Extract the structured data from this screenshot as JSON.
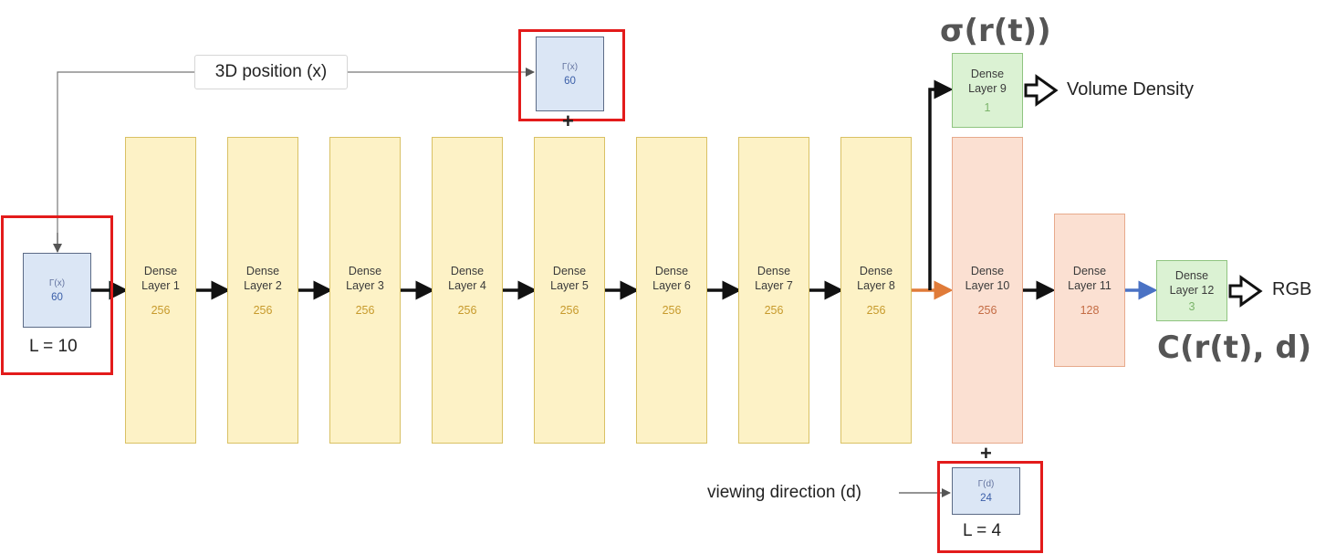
{
  "input_encoding": {
    "name": "Γ(x)",
    "units": "60",
    "note": "L = 10"
  },
  "skip_encoding": {
    "name": "Γ(x)",
    "units": "60"
  },
  "direction_encoding": {
    "name": "Γ(d)",
    "units": "24",
    "note": "L = 4"
  },
  "position_label": "3D position (x)",
  "direction_label": "viewing direction (d)",
  "layers": [
    {
      "name": "Dense\nLayer 1",
      "units": "256"
    },
    {
      "name": "Dense\nLayer 2",
      "units": "256"
    },
    {
      "name": "Dense\nLayer 3",
      "units": "256"
    },
    {
      "name": "Dense\nLayer 4",
      "units": "256"
    },
    {
      "name": "Dense\nLayer 5",
      "units": "256"
    },
    {
      "name": "Dense\nLayer 6",
      "units": "256"
    },
    {
      "name": "Dense\nLayer 7",
      "units": "256"
    },
    {
      "name": "Dense\nLayer 8",
      "units": "256"
    },
    {
      "name": "Dense\nLayer 9",
      "units": "1"
    },
    {
      "name": "Dense\nLayer 10",
      "units": "256"
    },
    {
      "name": "Dense\nLayer 11",
      "units": "128"
    },
    {
      "name": "Dense\nLayer 12",
      "units": "3"
    }
  ],
  "outputs": {
    "density_label": "Volume Density",
    "density_formula": "σ(r(t))",
    "rgb_label": "RGB",
    "rgb_formula": "C(r(t), d)"
  },
  "plus_sign": "+",
  "colors": {
    "dense_yellow": "#fdf2c6",
    "dense_salmon": "#fbe0d2",
    "dense_green": "#dbf2d3",
    "encoding_blue": "#dbe6f5",
    "highlight_red": "#e31b1b",
    "orange_arrow": "#e07b39",
    "blue_arrow": "#4a72c4"
  }
}
